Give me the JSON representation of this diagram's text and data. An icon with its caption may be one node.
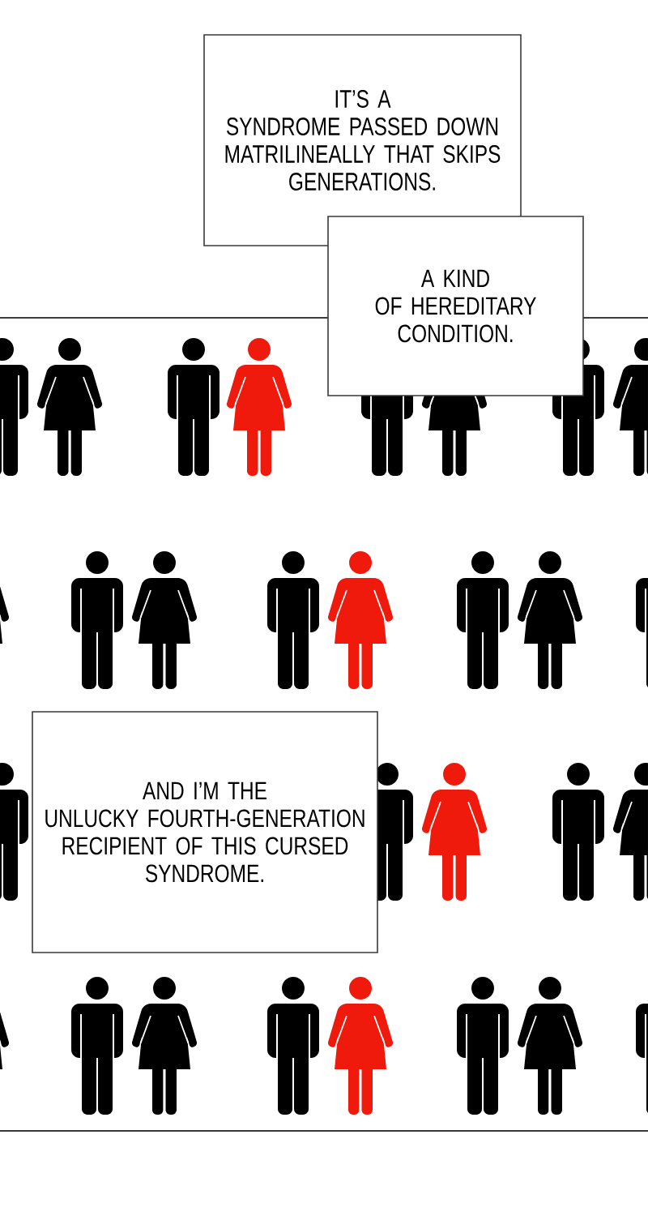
{
  "diagram": {
    "nodes": [
      {
        "text": [
          "IT’S A SYNDROME PASSED DOWN MATRILINEALLY THAT SKIPS GENERATIONS."
        ]
      },
      {
        "text": [
          "A KIND OF HEREDITARY CONDITION."
        ]
      },
      {
        "text": [
          "AND I’M THE UNLUCKY FOURTH-GENERATION RECIPIENT OF THIS CURSED SYNDROME."
        ]
      }
    ]
  }
}
